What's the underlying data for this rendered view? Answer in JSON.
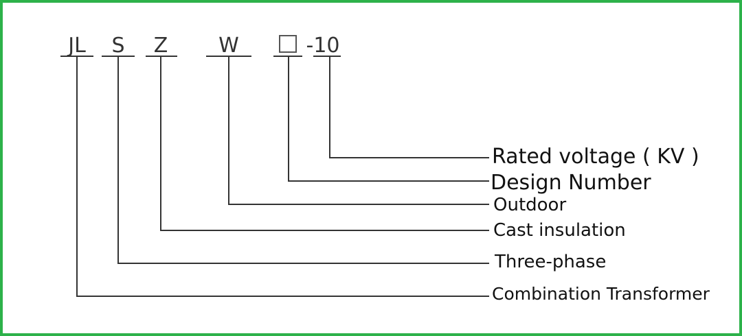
{
  "border_color": "#2db24a",
  "code": {
    "segments": [
      "JL",
      "S",
      "Z",
      "W",
      "",
      "-10"
    ]
  },
  "labels": {
    "rated_voltage": "Rated voltage ( KV )",
    "design_number": "Design Number",
    "outdoor": "Outdoor",
    "cast_insulation": "Cast insulation",
    "three_phase": "Three-phase",
    "combination_transformer": "Combination Transformer"
  }
}
